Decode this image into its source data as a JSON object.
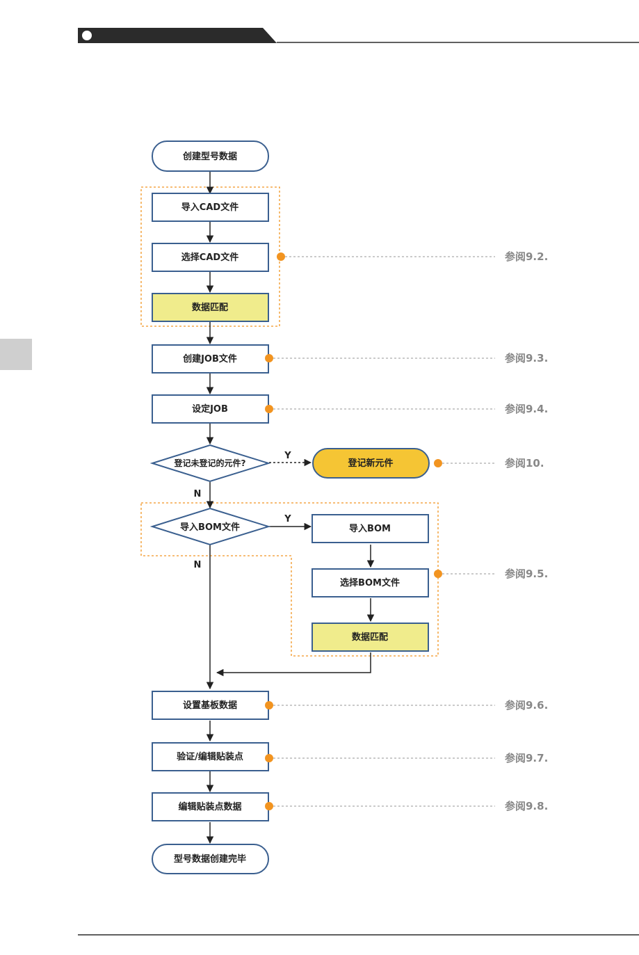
{
  "nodes": {
    "start": "创建型号数据",
    "import_cad": "导入CAD文件",
    "select_cad": "选择CAD文件",
    "data_match_1": "数据匹配",
    "create_job": "创建JOB文件",
    "set_job": "设定JOB",
    "decision_register": "登记未登记的元件?",
    "register_new": "登记新元件",
    "decision_bom": "导入BOM文件",
    "import_bom": "导入BOM",
    "select_bom": "选择BOM文件",
    "data_match_2": "数据匹配",
    "set_board": "设置基板数据",
    "verify_edit": "验证/编辑贴装点",
    "edit_data": "编辑贴装点数据",
    "end": "型号数据创建完毕"
  },
  "edge_labels": {
    "yes_register": "Y",
    "no_register": "N",
    "yes_bom": "Y",
    "no_bom": "N"
  },
  "refs": {
    "r92": "参阅9.2.",
    "r93": "参阅9.3.",
    "r94": "参阅9.4.",
    "r10": "参阅10.",
    "r95": "参阅9.5.",
    "r96": "参阅9.6.",
    "r97": "参阅9.7.",
    "r98": "参阅9.8."
  },
  "colors": {
    "box_border": "#3a5f8f",
    "highlight_fill": "#f0ec8c",
    "register_fill": "#f5c534",
    "dot": "#f29420",
    "dashed_group": "#f29420",
    "ref_line": "#aaaaaa",
    "header_bar": "#2b2b2b",
    "side_tab": "#cfcfcf"
  }
}
